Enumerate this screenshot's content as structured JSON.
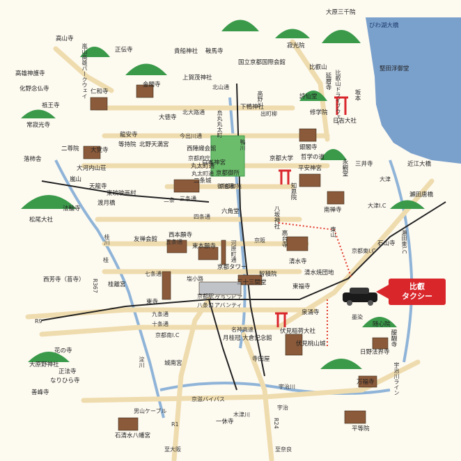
{
  "colors": {
    "road": "#efdcae",
    "road_edge": "#d9c08a",
    "river": "#8fb4d8",
    "lake": "#7aa0cc",
    "mountain": "#3a9a4a",
    "rail": "#222222",
    "jr_dot": "#e23a2a",
    "expressway": "#f0c98e",
    "badge": "#d9262b"
  },
  "badge": {
    "line1": "比叡",
    "line2": "タクシー"
  },
  "lake": {
    "label": "びわ湖大橋"
  },
  "places": [
    {
      "label": "大原三千院"
    },
    {
      "label": "高山寺"
    },
    {
      "label": "正伝寺"
    },
    {
      "label": "貴船神社"
    },
    {
      "label": "鞍馬寺"
    },
    {
      "label": "寂光院"
    },
    {
      "label": "高雄神護寺"
    },
    {
      "label": "化野念仏寺"
    },
    {
      "label": "仁和寺"
    },
    {
      "label": "金閣寺"
    },
    {
      "label": "上賀茂神社"
    },
    {
      "label": "国立京都国際会館"
    },
    {
      "label": "比叡山"
    },
    {
      "label": "延暦寺"
    },
    {
      "label": "堅田浮御堂"
    },
    {
      "label": "坂本"
    },
    {
      "label": "祇王寺"
    },
    {
      "label": "常寂光寺"
    },
    {
      "label": "大覚寺"
    },
    {
      "label": "二尊院"
    },
    {
      "label": "落柿舎"
    },
    {
      "label": "大河内山荘"
    },
    {
      "label": "龍安寺"
    },
    {
      "label": "等持院"
    },
    {
      "label": "北野天満宮"
    },
    {
      "label": "大徳寺"
    },
    {
      "label": "下鴨神社"
    },
    {
      "label": "詩仙堂"
    },
    {
      "label": "修学院"
    },
    {
      "label": "日吉大社"
    },
    {
      "label": "銀閣寺"
    },
    {
      "label": "哲学の道"
    },
    {
      "label": "京都大学"
    },
    {
      "label": "平安神宮"
    },
    {
      "label": "南禅寺"
    },
    {
      "label": "永観堂"
    },
    {
      "label": "三井寺"
    },
    {
      "label": "近江大橋"
    },
    {
      "label": "瀬田唐橋"
    },
    {
      "label": "石山寺"
    },
    {
      "label": "西陣織会館"
    },
    {
      "label": "丸太町通"
    },
    {
      "label": "京都御所"
    },
    {
      "label": "二条城"
    },
    {
      "label": "東映映画村"
    },
    {
      "label": "嵐山"
    },
    {
      "label": "渡月橋"
    },
    {
      "label": "天龍寺"
    },
    {
      "label": "松尾大社"
    },
    {
      "label": "法輪寺"
    },
    {
      "label": "西芳寺（苔寺）"
    },
    {
      "label": "桂離宮"
    },
    {
      "label": "友禅会館"
    },
    {
      "label": "西本願寺"
    },
    {
      "label": "東本願寺"
    },
    {
      "label": "六角堂"
    },
    {
      "label": "八坂神社"
    },
    {
      "label": "知恩院"
    },
    {
      "label": "高台寺"
    },
    {
      "label": "清水寺"
    },
    {
      "label": "清水焼団地"
    },
    {
      "label": "智積院"
    },
    {
      "label": "三十三間堂"
    },
    {
      "label": "泉涌寺"
    },
    {
      "label": "東福寺"
    },
    {
      "label": "京都タワー"
    },
    {
      "label": "東寺"
    },
    {
      "label": "伏見稲荷大社"
    },
    {
      "label": "伏見桃山城"
    },
    {
      "label": "醍醐寺"
    },
    {
      "label": "随心院"
    },
    {
      "label": "日野法界寺"
    },
    {
      "label": "万福寺"
    },
    {
      "label": "城南宮"
    },
    {
      "label": "月桂冠 大倉記念館"
    },
    {
      "label": "大原野神社"
    },
    {
      "label": "花の寺"
    },
    {
      "label": "正法寺"
    },
    {
      "label": "なりひら寺"
    },
    {
      "label": "善峰寺"
    },
    {
      "label": "一休寺"
    },
    {
      "label": "石清水八幡宮"
    },
    {
      "label": "平等院"
    },
    {
      "label": "寺田屋"
    },
    {
      "label": "白峯神宮"
    }
  ],
  "roads": [
    {
      "label": "嵐山高雄パークウェイ"
    },
    {
      "label": "北大路通"
    },
    {
      "label": "今出川通"
    },
    {
      "label": "丸太町通"
    },
    {
      "label": "御池通"
    },
    {
      "label": "四条通"
    },
    {
      "label": "五条通"
    },
    {
      "label": "七条通"
    },
    {
      "label": "九条通"
    },
    {
      "label": "十条通"
    },
    {
      "label": "京都南I.C"
    },
    {
      "label": "京都東I.C"
    },
    {
      "label": "大津I.C"
    },
    {
      "label": "瀬田東I.C"
    },
    {
      "label": "宇治川ライン"
    },
    {
      "label": "宇治川"
    },
    {
      "label": "桂川"
    },
    {
      "label": "鴨川"
    },
    {
      "label": "高野川"
    },
    {
      "label": "淀川"
    },
    {
      "label": "木津川"
    },
    {
      "label": "京滋バイパス"
    },
    {
      "label": "名神高速"
    },
    {
      "label": "R9"
    },
    {
      "label": "R1"
    },
    {
      "label": "R24"
    },
    {
      "label": "R367"
    },
    {
      "label": "京都駅"
    },
    {
      "label": "八条口"
    },
    {
      "label": "グランビア"
    },
    {
      "label": "アバンティ"
    },
    {
      "label": "塩小路"
    },
    {
      "label": "烏丸丸太町"
    },
    {
      "label": "東山"
    },
    {
      "label": "河原町通"
    },
    {
      "label": "三条通"
    },
    {
      "label": "至奈良"
    },
    {
      "label": "至大阪"
    },
    {
      "label": "男山ケーブル"
    },
    {
      "label": "出町柳"
    },
    {
      "label": "大津"
    },
    {
      "label": "宇治"
    },
    {
      "label": "桂"
    },
    {
      "label": "二条"
    },
    {
      "label": "京阪"
    },
    {
      "label": "墨染"
    },
    {
      "label": "北山通"
    },
    {
      "label": "比叡山ドライブウェイ"
    },
    {
      "label": "京都御苑"
    },
    {
      "label": "京都府庁"
    }
  ]
}
